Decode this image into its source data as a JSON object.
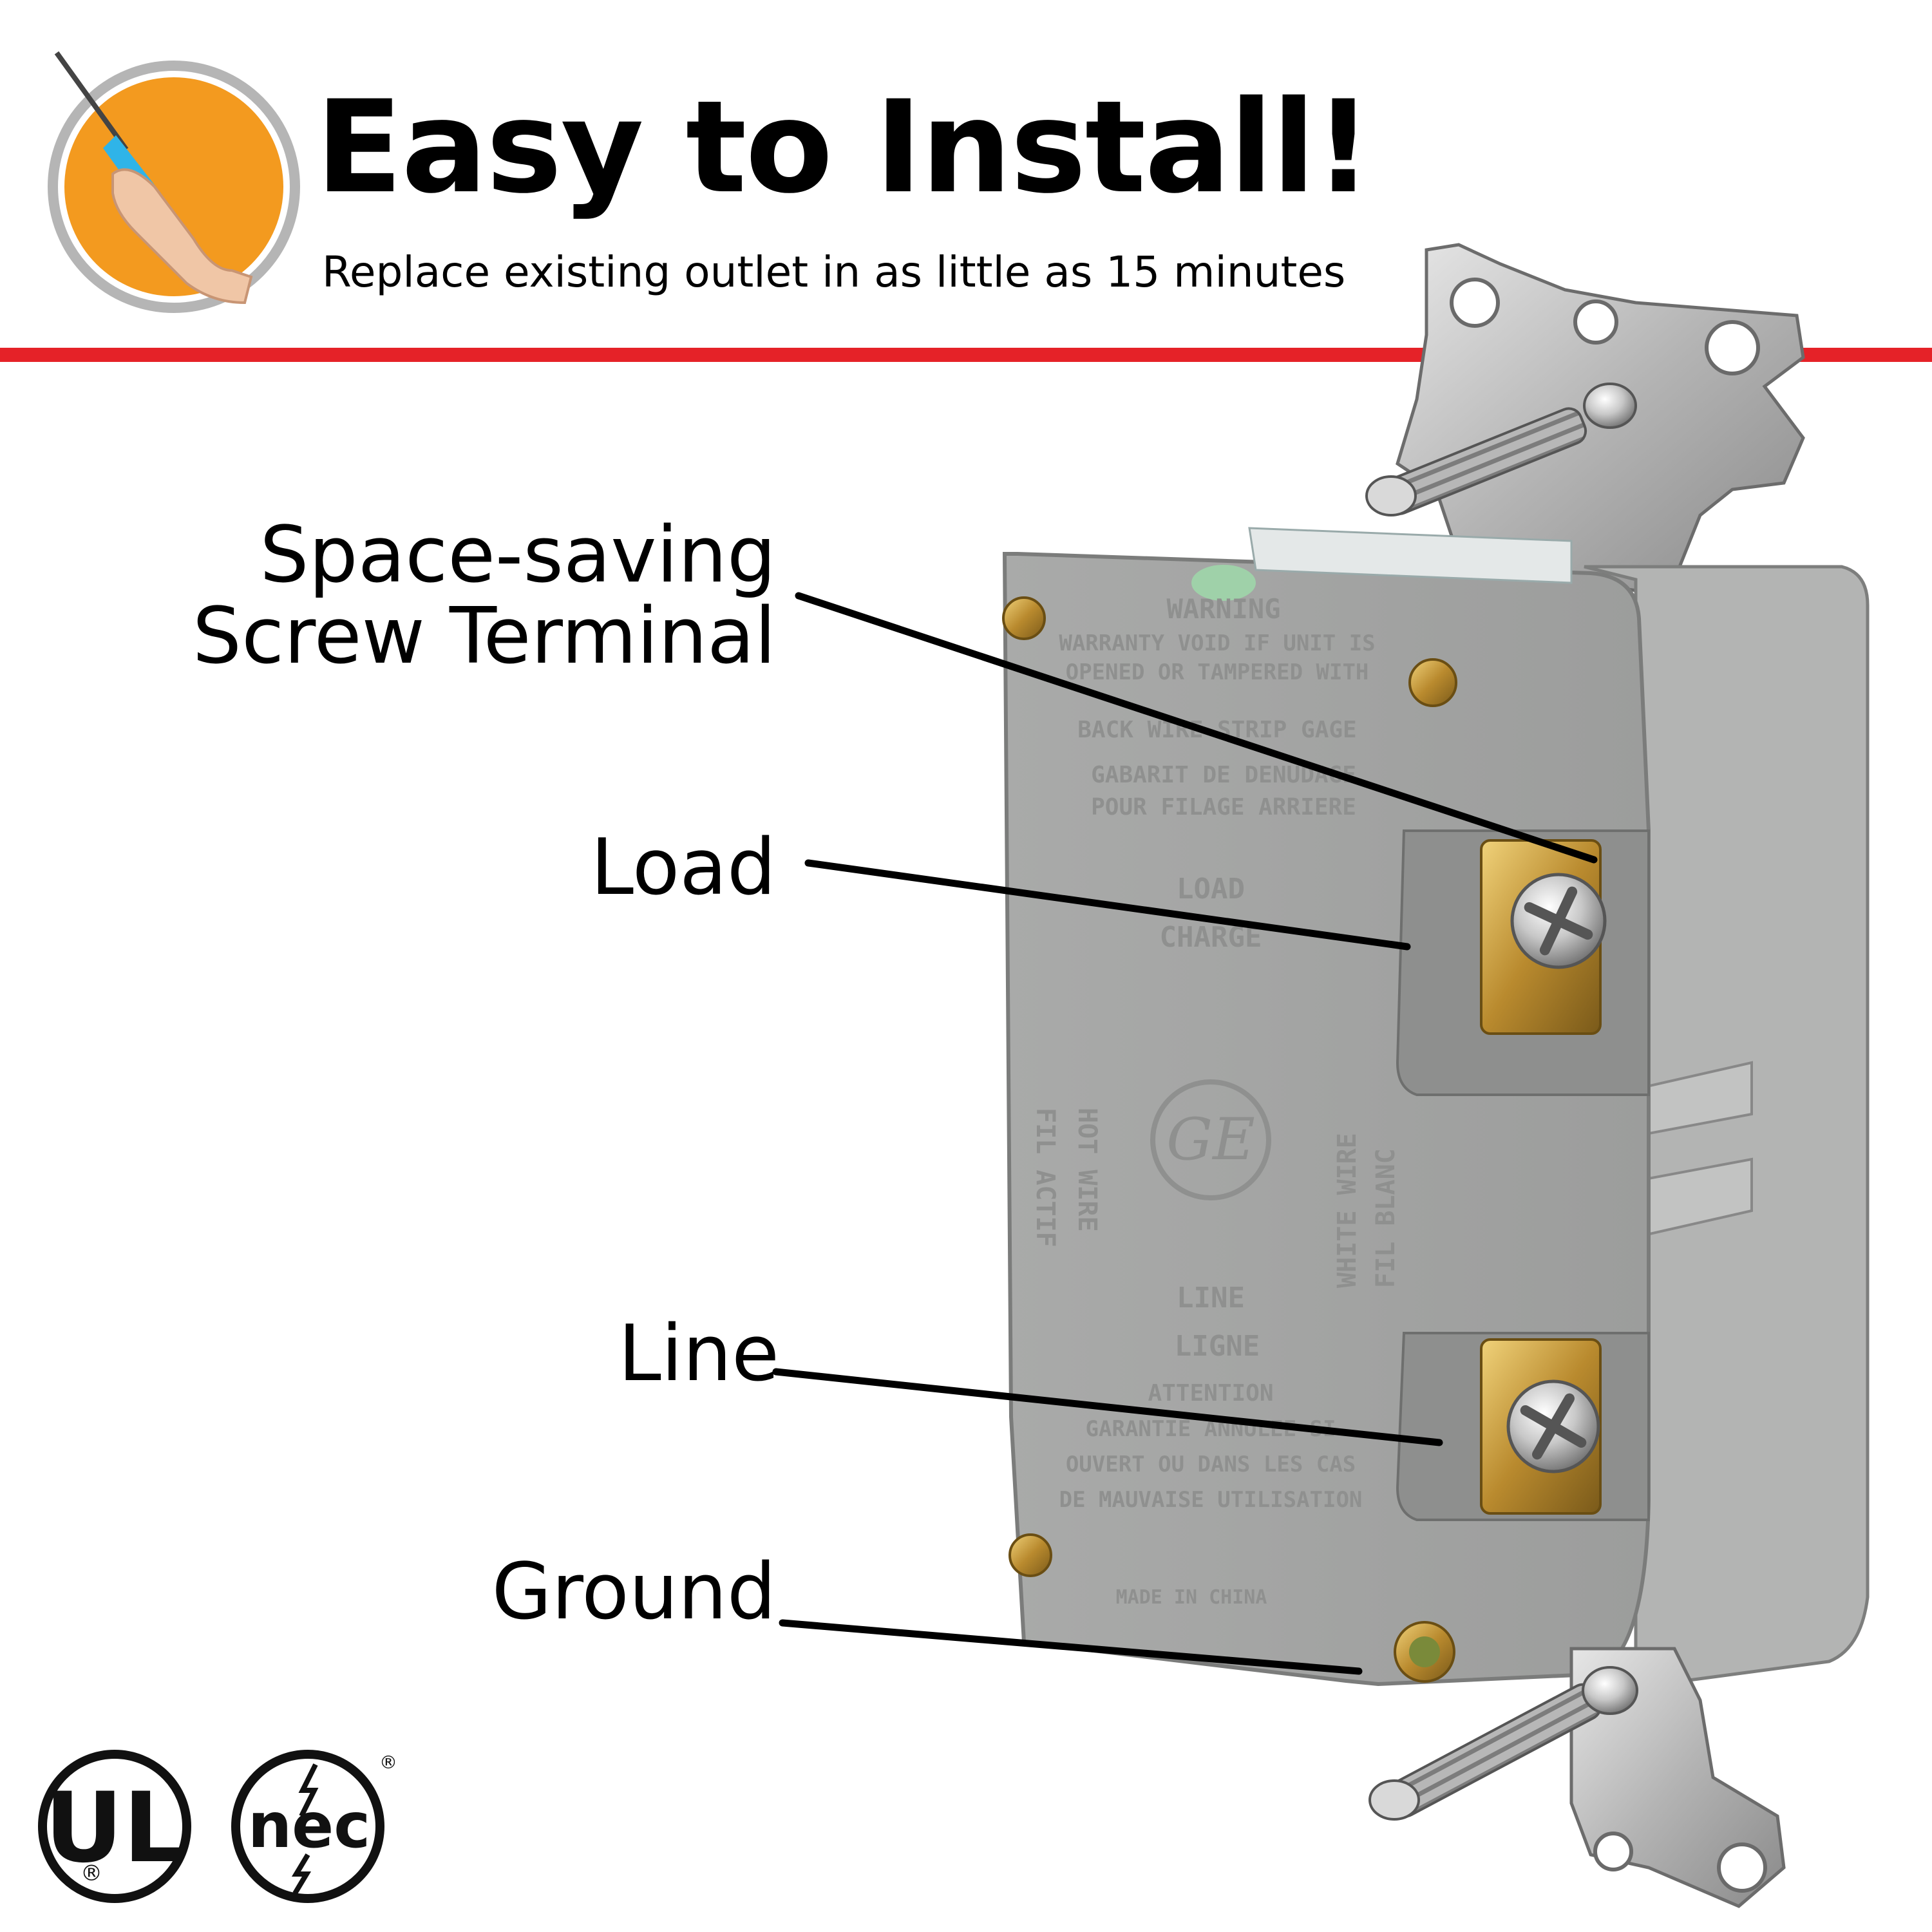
{
  "header": {
    "title": "Easy to Install!",
    "subtitle": "Replace existing outlet in as little as 15 minutes",
    "icon": "hand-screwdriver-icon",
    "icon_bg_color": "#f39a1f",
    "rule_color": "#e52228"
  },
  "callouts": {
    "screw_terminal_line1": "Space-saving",
    "screw_terminal_line2": "Screw Terminal",
    "load": "Load",
    "line": "Line",
    "ground": "Ground"
  },
  "device_markings": {
    "warning": "WARNING",
    "warning_text": [
      "WARRANTY VOID IF UNIT IS",
      "OPENED OR TAMPERED WITH"
    ],
    "strip_gauge": "BACK WIRE STRIP GAGE",
    "gabarit": [
      "GABARIT DE DENUDAGE",
      "POUR FILAGE ARRIERE"
    ],
    "load": "LOAD",
    "charge": "CHARGE",
    "hot_wire": "HOT WIRE",
    "fil_actif": "FIL ACTIF",
    "white_wire": "WHITE WIRE",
    "fil_blanc": "FIL BLANC",
    "line": "LINE",
    "ligne": "LIGNE",
    "attention": "ATTENTION",
    "attention_text": [
      "GARANTIE ANNULEE SI",
      "OUVERT OU DANS LES CAS",
      "DE MAUVAISE UTILISATION"
    ],
    "made_in": "MADE IN CHINA",
    "ge_logo": "GE"
  },
  "certifications": {
    "ul_letters": "UL",
    "nec_letters": "nec",
    "registered_mark": "®"
  }
}
